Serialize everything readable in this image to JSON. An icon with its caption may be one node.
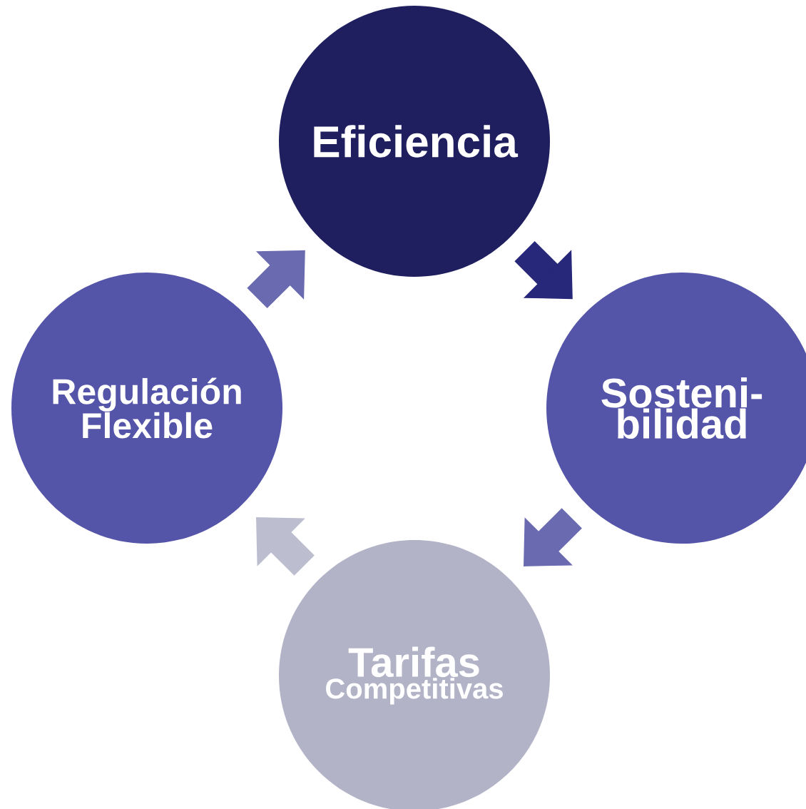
{
  "diagram": {
    "nodes": [
      {
        "text": [
          "Eficiencia"
        ]
      },
      {
        "text": [
          "Sosteni- bilidad"
        ]
      },
      {
        "text": [
          "Tarifas",
          "Competitivas"
        ]
      },
      {
        "text": [
          "Regulación Flexible"
        ]
      }
    ],
    "edges": [
      {
        "from": 0,
        "to": 1,
        "arrow": "to",
        "color": "#28287a"
      },
      {
        "from": 1,
        "to": 2,
        "arrow": "to"
      },
      {
        "from": 2,
        "to": 3,
        "arrow": "to",
        "color": "#bdbdd0"
      },
      {
        "from": 3,
        "to": 0,
        "arrow": "to"
      }
    ]
  }
}
